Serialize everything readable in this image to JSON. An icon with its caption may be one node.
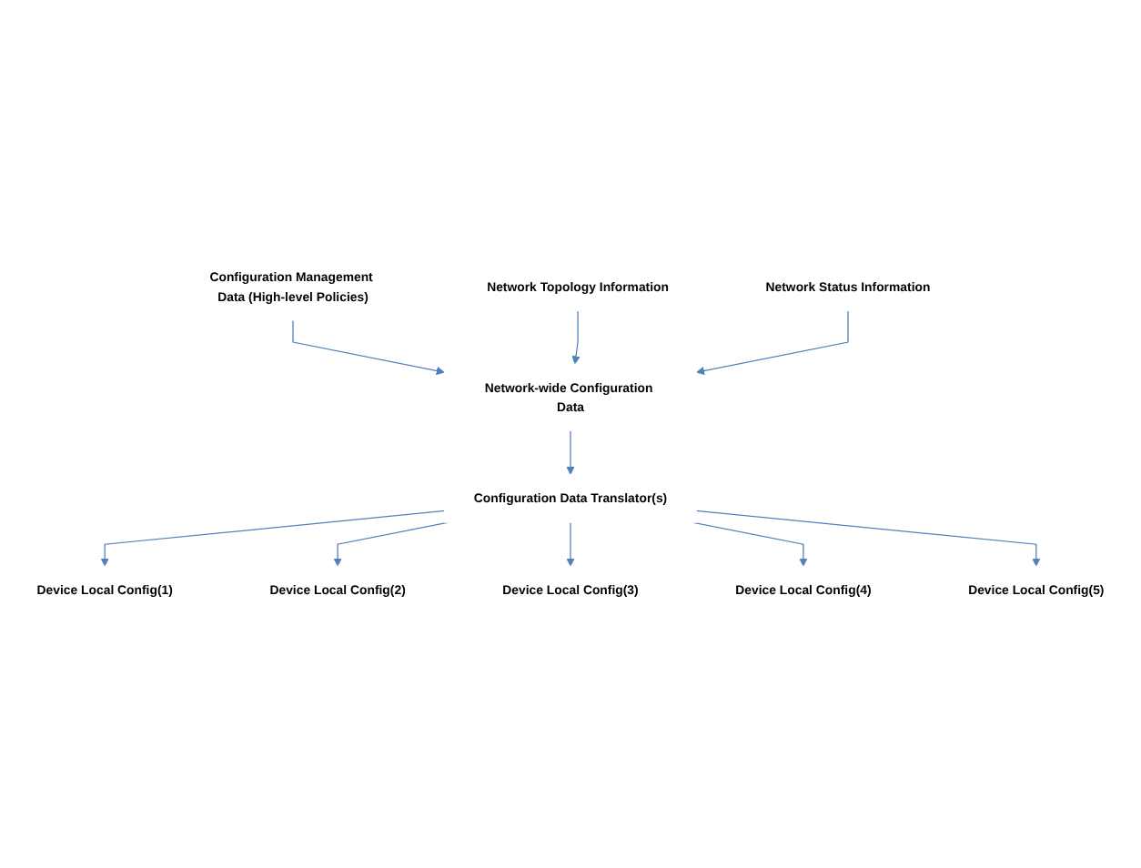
{
  "diagram": {
    "nodes": [
      {
        "text": [
          "Configuration Management Data (High-level Policies)"
        ]
      },
      {
        "text": [
          "Network Topology Information"
        ]
      },
      {
        "text": [
          "Network-wide Configuration Data"
        ]
      },
      {
        "text": [
          "Network Status Information"
        ]
      },
      {
        "text": [
          "Configuration Data Translator(s)"
        ]
      },
      {
        "text": [
          "Device Local Config(1)"
        ]
      },
      {
        "text": [
          "Device Local Config(2)"
        ]
      },
      {
        "text": [
          "Device Local Config(3)"
        ]
      },
      {
        "text": [
          "Device Local Config(4)"
        ]
      },
      {
        "text": [
          "Device Local Config(5)"
        ]
      }
    ],
    "edges": [
      {
        "from": 0,
        "to": 2,
        "arrow": "to"
      },
      {
        "from": 1,
        "to": 2,
        "arrow": "to"
      },
      {
        "from": 3,
        "to": 2,
        "arrow": "to"
      },
      {
        "from": 2,
        "to": 4,
        "arrow": "to"
      },
      {
        "from": 4,
        "to": 5,
        "arrow": "to"
      },
      {
        "from": 4,
        "to": 6,
        "arrow": "to"
      },
      {
        "from": 4,
        "to": 7,
        "arrow": "to"
      },
      {
        "from": 4,
        "to": 8,
        "arrow": "to"
      },
      {
        "from": 4,
        "to": 9,
        "arrow": "to"
      }
    ]
  }
}
